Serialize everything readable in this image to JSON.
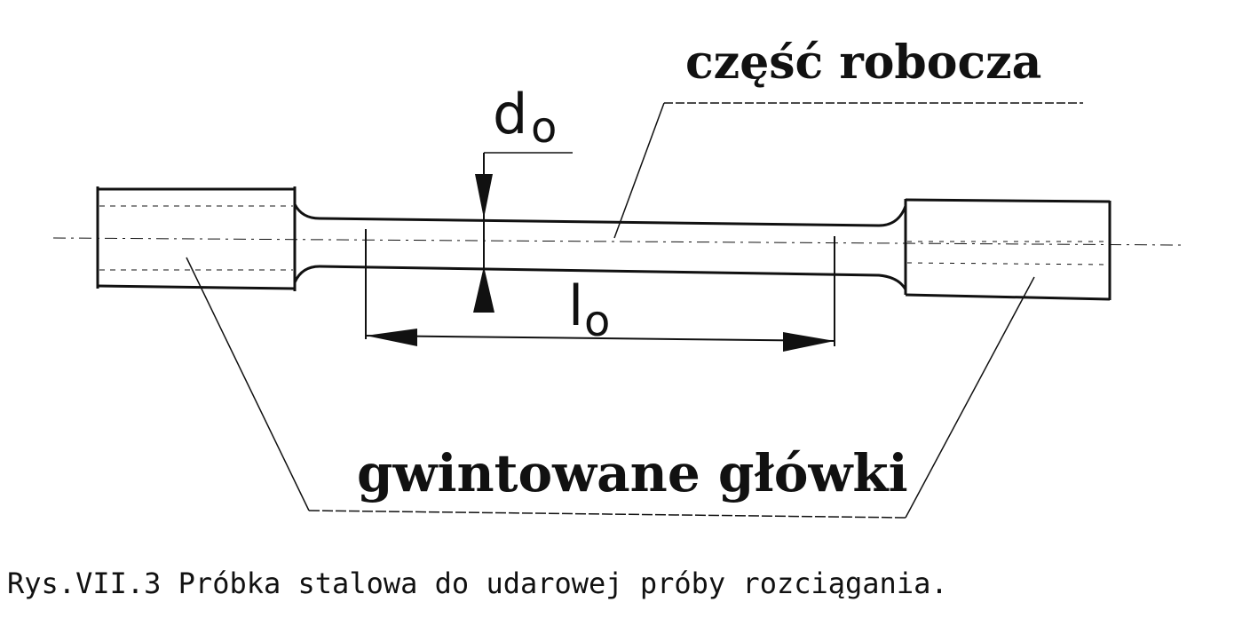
{
  "labels": {
    "working_part": "część robocza",
    "threaded_heads": "gwintowane główki",
    "diameter_symbol": "d",
    "diameter_subscript": "o",
    "length_symbol": "l",
    "length_subscript": "o"
  },
  "caption": "Rys.VII.3  Próbka stalowa do udarowej próby rozciągania.",
  "colors": {
    "ink": "#111111",
    "background": "#ffffff"
  }
}
